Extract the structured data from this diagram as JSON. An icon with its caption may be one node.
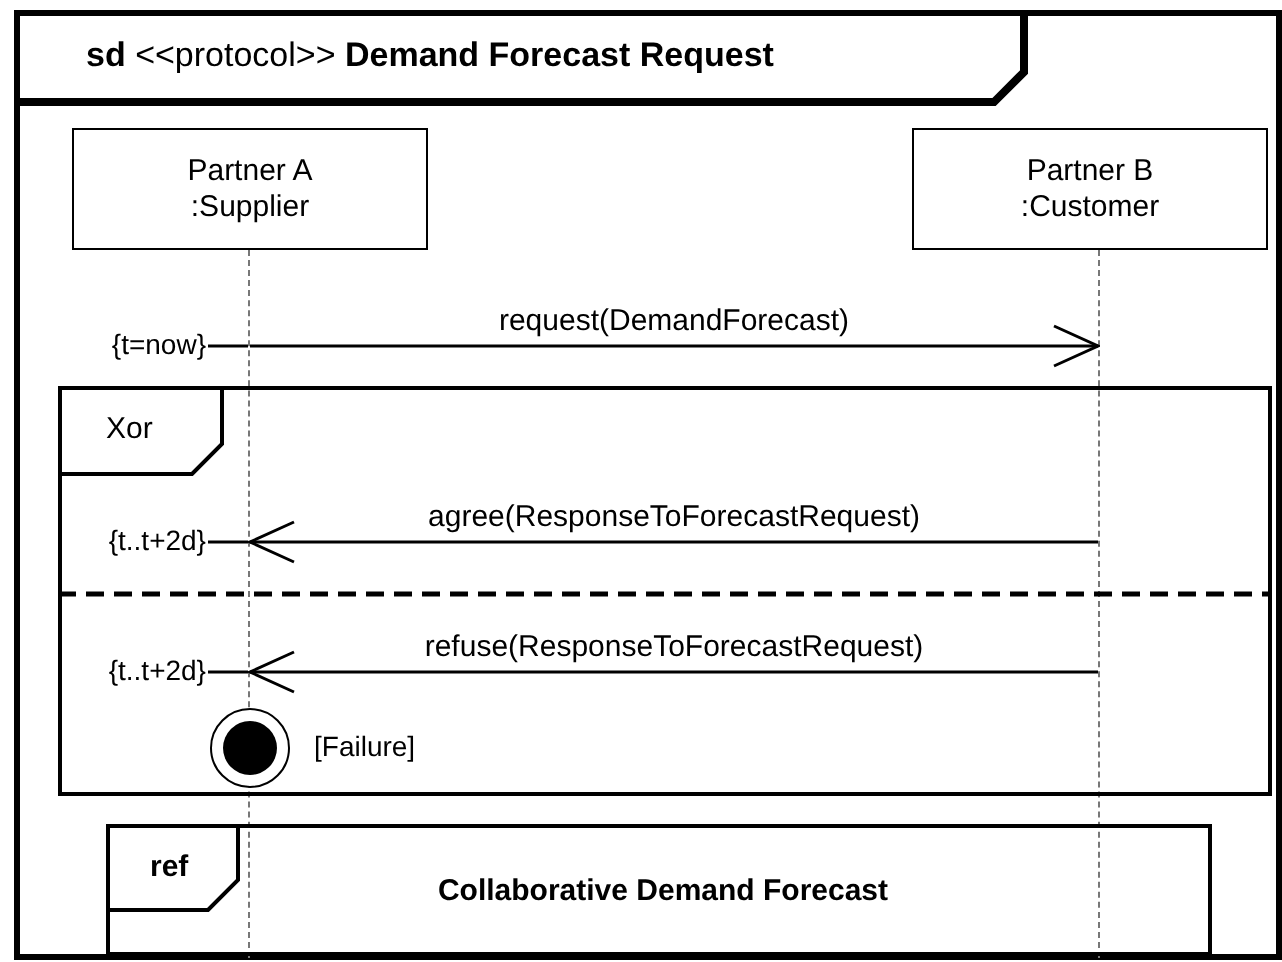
{
  "diagram": {
    "title": "**sd** <<protocol>> **Demand Forecast Request**",
    "nodes": [
      {
        "text": [],
        "shape": "box"
      },
      {
        "text": [
          "Partner A :Supplier"
        ],
        "in": 0
      },
      {
        "text": [
          "Partner B :Customer"
        ],
        "in": 0
      },
      {
        "text": [],
        "shape": "line",
        "in": 0
      },
      {
        "text": [],
        "shape": "line",
        "in": 0
      },
      {
        "text": [
          "Xor"
        ],
        "in": 0
      },
      {
        "text": [],
        "shape": "circle",
        "in": 5,
        "beside": [
          "[Failure]"
        ]
      },
      {
        "text": [
          "ref",
          "Collaborative Demand Forecast"
        ],
        "in": 0
      }
    ],
    "edges": [
      {
        "from": 3,
        "to": 4,
        "arrow": "to",
        "label": "request(DemandForecast)"
      },
      {
        "from": 4,
        "to": 3,
        "arrow": "to",
        "label": "agree(ResponseToForecastRequest)"
      },
      {
        "from": 4,
        "to": 3,
        "arrow": "to",
        "label": "refuse(ResponseToForecastRequest)"
      }
    ],
    "labels": [
      "{t=now}",
      "{t..t+2d}",
      "{t..t+2d}"
    ]
  }
}
